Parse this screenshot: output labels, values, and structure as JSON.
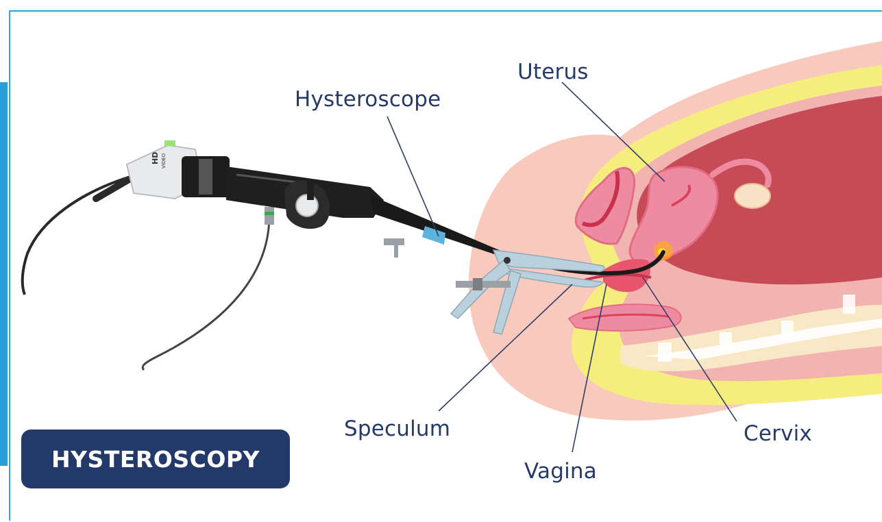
{
  "title": "HYSTEROSCOPY",
  "labels": {
    "uterus": "Uterus",
    "hysteroscope": "Hysteroscope",
    "speculum": "Speculum",
    "vagina": "Vagina",
    "cervix": "Cervix"
  },
  "camera_text": {
    "hd": "HD",
    "video": "VIDEO"
  },
  "colors": {
    "label_text": "#253a69",
    "badge_bg": "#22396a",
    "frame_accent": "#2fa7dc"
  }
}
